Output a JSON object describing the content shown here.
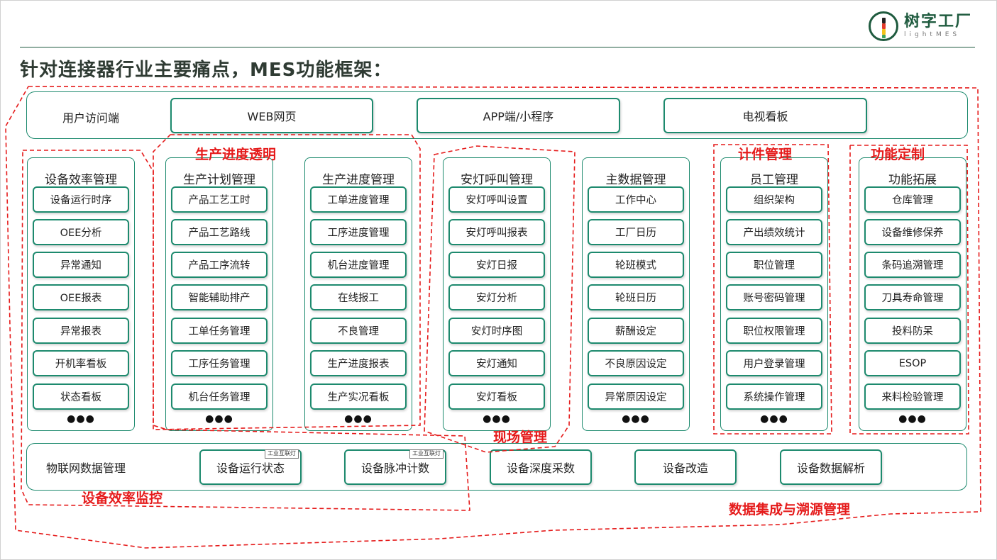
{
  "logo": {
    "cn": "树字工厂",
    "en": "lightMES"
  },
  "title": "针对连接器行业主要痛点，MES功能框架：",
  "access": {
    "label": "用户访问端",
    "items": [
      "WEB网页",
      "APP端/小程序",
      "电视看板"
    ]
  },
  "columns": [
    {
      "title": "设备效率管理",
      "items": [
        "设备运行时序",
        "OEE分析",
        "异常通知",
        "OEE报表",
        "异常报表",
        "开机率看板",
        "状态看板"
      ]
    },
    {
      "title": "生产计划管理",
      "items": [
        "产品工艺工时",
        "产品工艺路线",
        "产品工序流转",
        "智能辅助排产",
        "工单任务管理",
        "工序任务管理",
        "机台任务管理"
      ]
    },
    {
      "title": "生产进度管理",
      "items": [
        "工单进度管理",
        "工序进度管理",
        "机台进度管理",
        "在线报工",
        "不良管理",
        "生产进度报表",
        "生产实况看板"
      ]
    },
    {
      "title": "安灯呼叫管理",
      "items": [
        "安灯呼叫设置",
        "安灯呼叫报表",
        "安灯日报",
        "安灯分析",
        "安灯时序图",
        "安灯通知",
        "安灯看板"
      ]
    },
    {
      "title": "主数据管理",
      "items": [
        "工作中心",
        "工厂日历",
        "轮班模式",
        "轮班日历",
        "薪酬设定",
        "不良原因设定",
        "异常原因设定"
      ]
    },
    {
      "title": "员工管理",
      "items": [
        "组织架构",
        "产出绩效统计",
        "职位管理",
        "账号密码管理",
        "职位权限管理",
        "用户登录管理",
        "系统操作管理"
      ]
    },
    {
      "title": "功能拓展",
      "items": [
        "仓库管理",
        "设备维修保养",
        "条码追溯管理",
        "刀具寿命管理",
        "投料防呆",
        "ESOP",
        "来料检验管理"
      ]
    }
  ],
  "more_dots": "●●●",
  "iot": {
    "label": "物联网数据管理",
    "items": [
      {
        "label": "设备运行状态",
        "tag": "工业互联灯"
      },
      {
        "label": "设备脉冲计数",
        "tag": "工业互联灯"
      },
      {
        "label": "设备深度采数",
        "tag": ""
      },
      {
        "label": "设备改造",
        "tag": ""
      },
      {
        "label": "设备数据解析",
        "tag": ""
      }
    ]
  },
  "annotations": {
    "production_progress": "生产进度透明",
    "piecework": "计件管理",
    "customization": "功能定制",
    "site_management": "现场管理",
    "equipment_monitoring": "设备效率监控",
    "data_integration": "数据集成与溯源管理"
  },
  "colors": {
    "accent": "#1d8a6e",
    "brand": "#1f5b3f",
    "annotation": "#e51b1b"
  }
}
